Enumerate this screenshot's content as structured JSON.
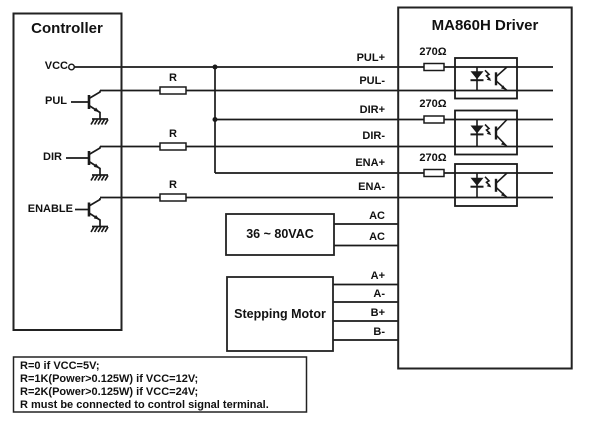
{
  "controller": {
    "title": "Controller",
    "signals": [
      "VCC",
      "PUL",
      "DIR",
      "ENABLE"
    ]
  },
  "resistor_label": "R",
  "driver": {
    "title": "MA860H Driver",
    "internal_resistor": "270Ω",
    "terminals": [
      "PUL+",
      "PUL-",
      "DIR+",
      "DIR-",
      "ENA+",
      "ENA-",
      "AC",
      "AC",
      "A+",
      "A-",
      "B+",
      "B-"
    ]
  },
  "power_supply": {
    "label": "36 ~ 80VAC"
  },
  "motor": {
    "label": "Stepping Motor"
  },
  "notes": [
    "R=0 if VCC=5V;",
    "R=1K(Power>0.125W) if VCC=12V;",
    "R=2K(Power>0.125W) if VCC=24V;",
    "R must be connected to control signal terminal."
  ],
  "colors": {
    "line": "#1a1a1a",
    "background": "#ffffff"
  }
}
